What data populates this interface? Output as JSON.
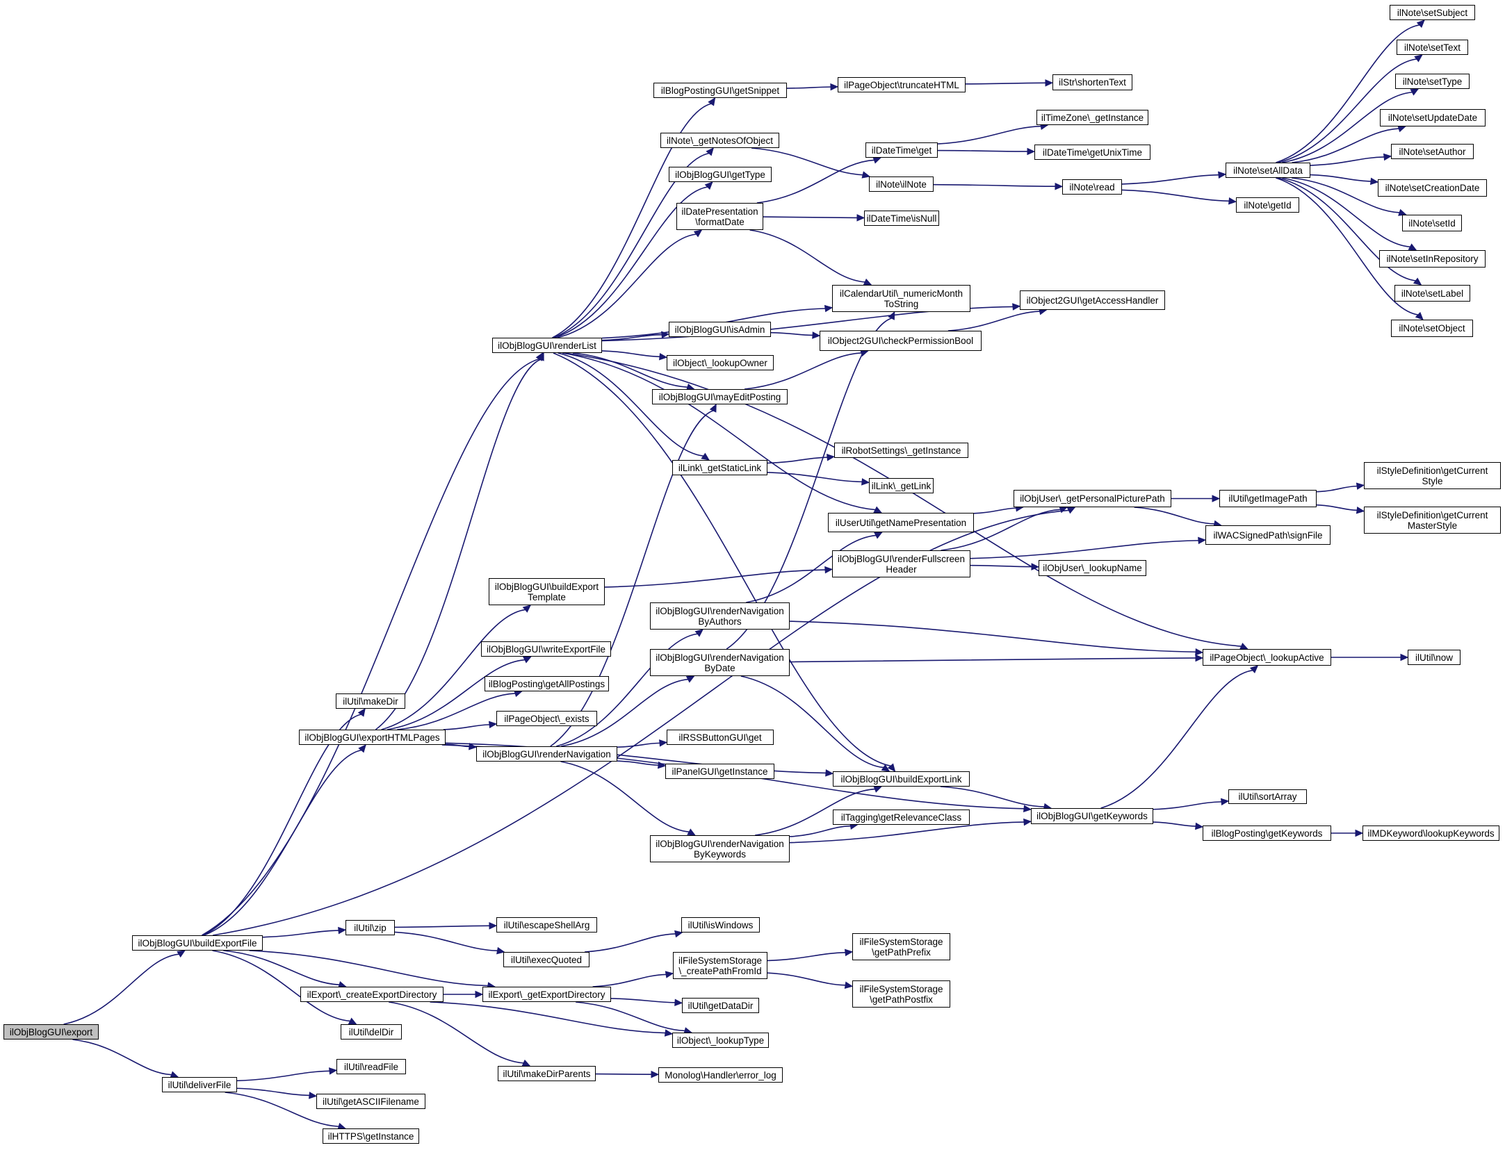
{
  "nodes": [
    {
      "id": "export",
      "label": "ilObjBlogGUI\\export",
      "root": true
    },
    {
      "id": "buildExportFile",
      "label": "ilObjBlogGUI\\buildExportFile"
    },
    {
      "id": "deliverFile",
      "label": "ilUtil\\deliverFile"
    },
    {
      "id": "makeDir",
      "label": "ilUtil\\makeDir"
    },
    {
      "id": "exportHTMLPages",
      "label": "ilObjBlogGUI\\exportHTMLPages"
    },
    {
      "id": "zip",
      "label": "ilUtil\\zip"
    },
    {
      "id": "createExportDirectory",
      "label": "ilExport\\_createExportDirectory"
    },
    {
      "id": "delDir",
      "label": "ilUtil\\delDir"
    },
    {
      "id": "readFile",
      "label": "ilUtil\\readFile"
    },
    {
      "id": "getASCIIFilename",
      "label": "ilUtil\\getASCIIFilename"
    },
    {
      "id": "httpsGetInstance",
      "label": "ilHTTPS\\getInstance"
    },
    {
      "id": "renderList",
      "label": "ilObjBlogGUI\\renderList"
    },
    {
      "id": "buildExportTemplate",
      "label": "ilObjBlogGUI\\buildExport\nTemplate"
    },
    {
      "id": "writeExportFile",
      "label": "ilObjBlogGUI\\writeExportFile"
    },
    {
      "id": "getAllPostings",
      "label": "ilBlogPosting\\getAllPostings"
    },
    {
      "id": "pageExists",
      "label": "ilPageObject\\_exists"
    },
    {
      "id": "renderNavigation",
      "label": "ilObjBlogGUI\\renderNavigation"
    },
    {
      "id": "escapeShellArg",
      "label": "ilUtil\\escapeShellArg"
    },
    {
      "id": "execQuoted",
      "label": "ilUtil\\execQuoted"
    },
    {
      "id": "getExportDirectory",
      "label": "ilExport\\_getExportDirectory"
    },
    {
      "id": "makeDirParents",
      "label": "ilUtil\\makeDirParents"
    },
    {
      "id": "getSnippet",
      "label": "ilBlogPostingGUI\\getSnippet"
    },
    {
      "id": "getNotesOfObject",
      "label": "ilNote\\_getNotesOfObject"
    },
    {
      "id": "getType",
      "label": "ilObjBlogGUI\\getType"
    },
    {
      "id": "formatDate",
      "label": "ilDatePresentation\n\\formatDate"
    },
    {
      "id": "isAdmin",
      "label": "ilObjBlogGUI\\isAdmin"
    },
    {
      "id": "lookupOwner",
      "label": "ilObject\\_lookupOwner"
    },
    {
      "id": "mayEditPosting",
      "label": "ilObjBlogGUI\\mayEditPosting"
    },
    {
      "id": "getStaticLink",
      "label": "ilLink\\_getStaticLink"
    },
    {
      "id": "navByAuthors",
      "label": "ilObjBlogGUI\\renderNavigation\nByAuthors"
    },
    {
      "id": "navByDate",
      "label": "ilObjBlogGUI\\renderNavigation\nByDate"
    },
    {
      "id": "rssGet",
      "label": "ilRSSButtonGUI\\get"
    },
    {
      "id": "panelGetInstance",
      "label": "ilPanelGUI\\getInstance"
    },
    {
      "id": "navByKeywords",
      "label": "ilObjBlogGUI\\renderNavigation\nByKeywords"
    },
    {
      "id": "isWindows",
      "label": "ilUtil\\isWindows"
    },
    {
      "id": "createPathFromId",
      "label": "ilFileSystemStorage\n\\_createPathFromId"
    },
    {
      "id": "getDataDir",
      "label": "ilUtil\\getDataDir"
    },
    {
      "id": "lookupType",
      "label": "ilObject\\_lookupType"
    },
    {
      "id": "errorLog",
      "label": "Monolog\\Handler\\error_log"
    },
    {
      "id": "truncateHTML",
      "label": "ilPageObject\\truncateHTML"
    },
    {
      "id": "dateTimeGet",
      "label": "ilDateTime\\get"
    },
    {
      "id": "noteIlNote",
      "label": "ilNote\\ilNote"
    },
    {
      "id": "isNull",
      "label": "ilDateTime\\isNull"
    },
    {
      "id": "numericMonth",
      "label": "ilCalendarUtil\\_numericMonth\nToString"
    },
    {
      "id": "checkPermissionBool",
      "label": "ilObject2GUI\\checkPermissionBool"
    },
    {
      "id": "robotGetInstance",
      "label": "ilRobotSettings\\_getInstance"
    },
    {
      "id": "linkGetLink",
      "label": "ilLink\\_getLink"
    },
    {
      "id": "getNamePresentation",
      "label": "ilUserUtil\\getNamePresentation"
    },
    {
      "id": "renderFullscreenHeader",
      "label": "ilObjBlogGUI\\renderFullscreen\nHeader"
    },
    {
      "id": "buildExportLink",
      "label": "ilObjBlogGUI\\buildExportLink"
    },
    {
      "id": "getRelevanceClass",
      "label": "ilTagging\\getRelevanceClass"
    },
    {
      "id": "getPathPrefix",
      "label": "ilFileSystemStorage\n\\getPathPrefix"
    },
    {
      "id": "getPathPostfix",
      "label": "ilFileSystemStorage\n\\getPathPostfix"
    },
    {
      "id": "shortenText",
      "label": "ilStr\\shortenText"
    },
    {
      "id": "tzGetInstance",
      "label": "ilTimeZone\\_getInstance"
    },
    {
      "id": "getUnixTime",
      "label": "ilDateTime\\getUnixTime"
    },
    {
      "id": "noteRead",
      "label": "ilNote\\read"
    },
    {
      "id": "getAccessHandler",
      "label": "ilObject2GUI\\getAccessHandler"
    },
    {
      "id": "getPersonalPicturePath",
      "label": "ilObjUser\\_getPersonalPicturePath"
    },
    {
      "id": "lookupName",
      "label": "ilObjUser\\_lookupName"
    },
    {
      "id": "getKeywords",
      "label": "ilObjBlogGUI\\getKeywords"
    },
    {
      "id": "setAllData",
      "label": "ilNote\\setAllData"
    },
    {
      "id": "noteGetId",
      "label": "ilNote\\getId"
    },
    {
      "id": "getImagePath",
      "label": "ilUtil\\getImagePath"
    },
    {
      "id": "signFile",
      "label": "ilWACSignedPath\\signFile"
    },
    {
      "id": "lookupActive",
      "label": "ilPageObject\\_lookupActive"
    },
    {
      "id": "sortArray",
      "label": "ilUtil\\sortArray"
    },
    {
      "id": "bpGetKeywords",
      "label": "ilBlogPosting\\getKeywords"
    },
    {
      "id": "setSubject",
      "label": "ilNote\\setSubject"
    },
    {
      "id": "setText",
      "label": "ilNote\\setText"
    },
    {
      "id": "setType",
      "label": "ilNote\\setType"
    },
    {
      "id": "setUpdateDate",
      "label": "ilNote\\setUpdateDate"
    },
    {
      "id": "setAuthor",
      "label": "ilNote\\setAuthor"
    },
    {
      "id": "setCreationDate",
      "label": "ilNote\\setCreationDate"
    },
    {
      "id": "setId",
      "label": "ilNote\\setId"
    },
    {
      "id": "setInRepository",
      "label": "ilNote\\setInRepository"
    },
    {
      "id": "setLabel",
      "label": "ilNote\\setLabel"
    },
    {
      "id": "setObject",
      "label": "ilNote\\setObject"
    },
    {
      "id": "styleCurrentStyle",
      "label": "ilStyleDefinition\\getCurrent\nStyle"
    },
    {
      "id": "styleCurrentMaster",
      "label": "ilStyleDefinition\\getCurrent\nMasterStyle"
    },
    {
      "id": "utilNow",
      "label": "ilUtil\\now"
    },
    {
      "id": "lookupKeywords",
      "label": "ilMDKeyword\\lookupKeywords"
    }
  ]
}
